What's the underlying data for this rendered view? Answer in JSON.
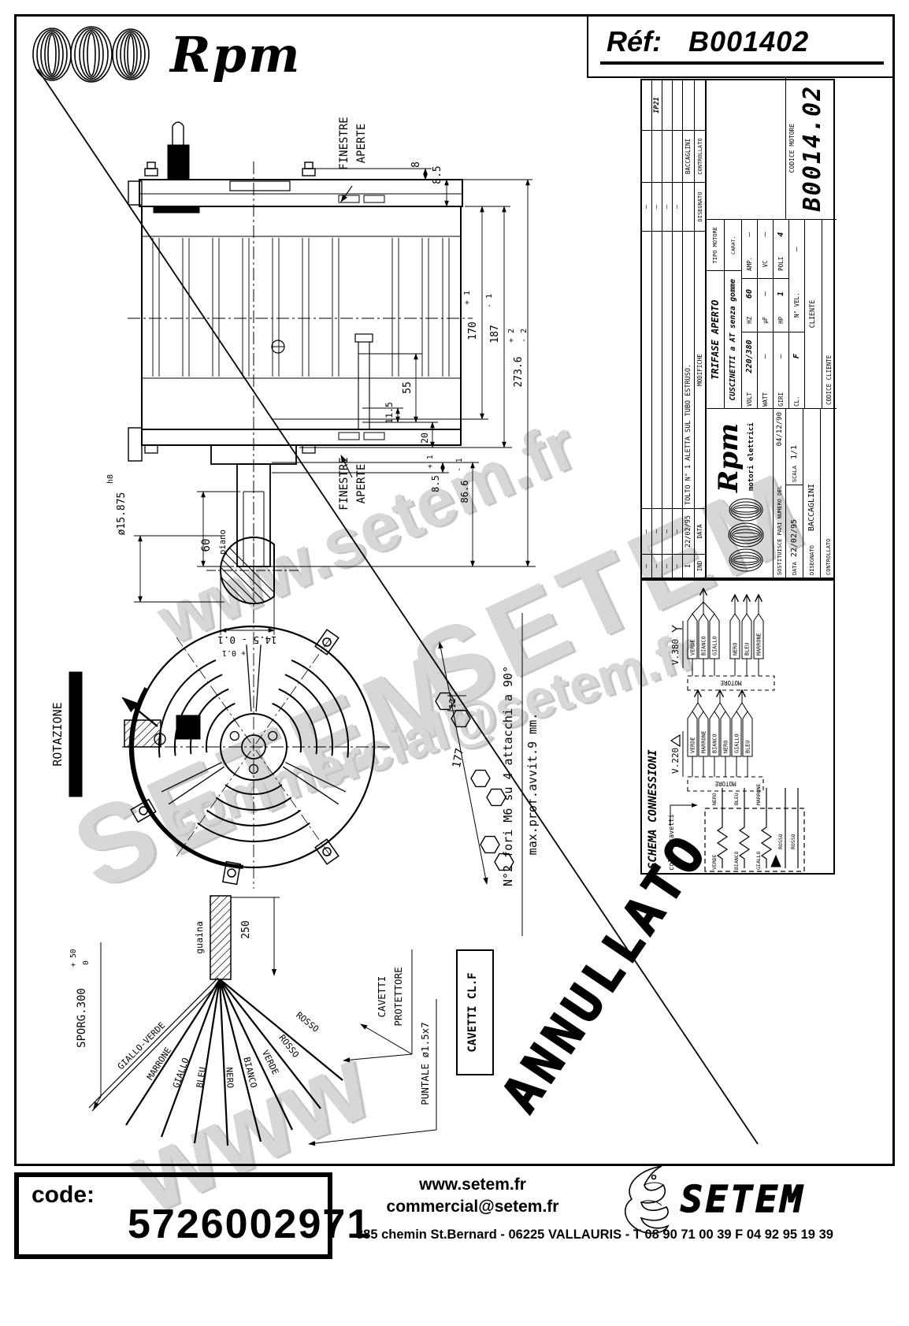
{
  "header": {
    "brand": "Rpm",
    "ref_label": "Réf:",
    "ref_value": "B001402"
  },
  "watermarks": {
    "site": "www.setem.fr",
    "brand": "SETEM",
    "email": "commercial@setem.fr",
    "partial_www": "www",
    "annullato": "ANNULLATO"
  },
  "side_view": {
    "finestre_line1": "FINESTRE",
    "finestre_line2": "APERTE",
    "dim_8": "8",
    "dim_8_5": "8.5",
    "dim_170": "170",
    "tol_170": "+ 1",
    "dim_187": "187",
    "tol_187": "- 1",
    "dim_273_6": "273.6",
    "tol_273_6_plus": "+ 2",
    "tol_273_6_minus": "- 2",
    "dim_11_5": "11.5",
    "dim_55": "55",
    "dim_20": "20",
    "dim_8_5_b": "8.5",
    "tol_8_5_b": "+ 1",
    "dim_86_6": "86.6",
    "tol_86_6": "- 1",
    "dim_shaft": "ø15.875",
    "tol_shaft": "h8",
    "dim_60": "60",
    "label_piano": "piano",
    "dim_14_5": "14.5 - 0.1",
    "tol_14_5": "+ 0.1"
  },
  "front_view": {
    "label_rotazione": "ROTAZIONE",
    "dim_177": "177",
    "dim_12": "12",
    "note_line1": "N°2 fori M6 su 4 attacchi a 90°",
    "note_line2": "max.prof.avvit.9 mm."
  },
  "cables": {
    "sporg": "SPORG.300",
    "sporg_tol_plus": "+ 50",
    "sporg_tol_zero": "0",
    "guaina": "guaina",
    "dim_250": "250",
    "wires": [
      "GIALLO-VERDE",
      "MARRONE",
      "GIALLO",
      "BLEU",
      "NERO",
      "BIANCO",
      "VERDE",
      "ROSSO",
      "ROSSO"
    ],
    "cavetti_line1": "CAVETTI",
    "cavetti_line2": "PROTETTORE",
    "puntale": "PUNTALE ø1.5x7",
    "cavetti_clf": "CAVETTI CL.F"
  },
  "schema": {
    "title": "SCHEMA CONNESSIONI",
    "colore": "colore cavetti",
    "v220": "V.220",
    "v380": "V.380",
    "motore": "MOTORE",
    "v220_wires": [
      "VERDE",
      "MARRONE",
      "BIANCO",
      "NERO",
      "GIALLO",
      "BLEU"
    ],
    "v380_star_wires": [
      "VERDE",
      "BIANCO",
      "GIALLO"
    ],
    "v380_line_wires": [
      "NERO",
      "BLEU",
      "MARRONE"
    ],
    "res_left": [
      "VERDE",
      "BIANCO",
      "GIALLO"
    ],
    "res_right": [
      "NERO",
      "BLEU",
      "MARRONE"
    ],
    "rosso": "ROSSO"
  },
  "titleblock": {
    "dash": "–",
    "ip": "IP21",
    "rev_entry": {
      "ind": "1",
      "date": "22/02/95",
      "mod": "TOLTO N° 1 ALETTA SUL TUBO ESTRUSO.",
      "by": "BACCAGLINI"
    },
    "rev_header": {
      "ind": "IND",
      "data": "DATA",
      "mod": "MODIFICHE",
      "dis": "DISEGNATO",
      "con": "CONTROLLATO"
    },
    "tipo_label": "TIPO MOTORE",
    "tipo_value": "TRIFASE APERTO",
    "carat_label": "CARAT. MECCANICHE",
    "carat_value": "CUSCINETTI a AT senza gomme",
    "volt_label": "VOLT",
    "volt_value": "220/380",
    "hz_label": "HZ",
    "hz_value": "60",
    "amp_label": "AMP.",
    "amp_value": "–",
    "watt_label": "WATT",
    "watt_value": "–",
    "uf_label": "µF",
    "uf_value": "–",
    "vc_label": "VC",
    "vc_value": "–",
    "giri_label": "GIRI",
    "giri_value": "–",
    "hp_label": "HP",
    "hp_value": "1",
    "poli_label": "POLI",
    "poli_value": "4",
    "cl_label": "CL.",
    "cl_value": "F",
    "nvel_label": "N° VEL.",
    "nvel_value": "–",
    "cliente_label": "CLIENTE",
    "codice_cliente_label": "CODICE CLIENTE",
    "codice_motore_label": "CODICE MOTORE",
    "codice_motore_value": "B0014.02",
    "logo_brand": "Rpm",
    "logo_sub": "motori elettrici",
    "sost_label": "SOSTITUISCE PARI NUMERO DEL",
    "sost_value": "04/12/90",
    "data_label": "DATA",
    "data_value": "22/02/95",
    "scala_label": "SCALA",
    "scala_value": "1/1",
    "disegnato_label": "DISEGNATO",
    "disegnato_value": "BACCAGLINI",
    "controllato_label": "CONTROLLATO"
  },
  "footer": {
    "code_label": "code:",
    "code_value": "5726002971",
    "site": "www.setem.fr",
    "email": "commercial@setem.fr",
    "address": "885 chemin St.Bernard  -  06225 VALLAURIS  -  T 08 90 71 00 39   F 04 92 95 19 39",
    "brand": "SETEM"
  }
}
